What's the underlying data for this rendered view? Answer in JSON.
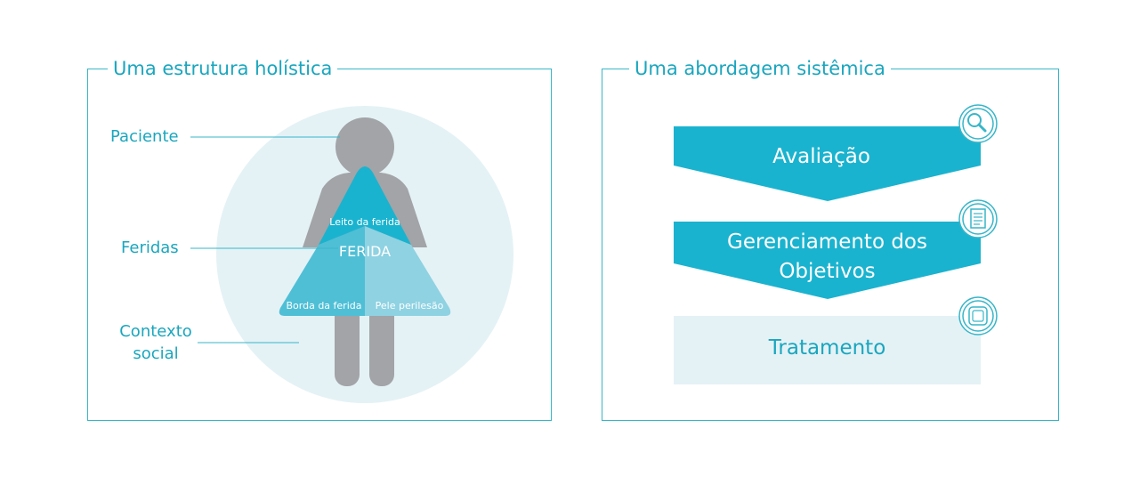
{
  "holistic": {
    "title": "Uma estrutura holística",
    "labels": {
      "patient": "Paciente",
      "wounds": "Feridas",
      "social_line1": "Contexto",
      "social_line2": "social"
    },
    "triangle": {
      "center": "FERIDA",
      "top": "Leito da ferida",
      "bottom_left": "Borda da ferida",
      "bottom_right": "Pele perilesão"
    }
  },
  "systemic": {
    "title": "Uma abordagem sistêmica",
    "steps": [
      {
        "label": "Avaliação",
        "icon": "magnifier-icon"
      },
      {
        "label_line1": "Gerenciamento dos",
        "label_line2": "Objetivos",
        "icon": "document-icon"
      },
      {
        "label": "Tratamento",
        "icon": "dressing-icon"
      }
    ]
  },
  "colors": {
    "accent": "#1ab3cf",
    "frame": "#37b6c9",
    "circle": "#e4f2f6",
    "person": "#a2a4a7",
    "triangle_top": "#1ab3cf",
    "triangle_left": "#4fbfd6",
    "triangle_right": "#8fd2e2",
    "treatment_box": "#e4f2f6"
  }
}
